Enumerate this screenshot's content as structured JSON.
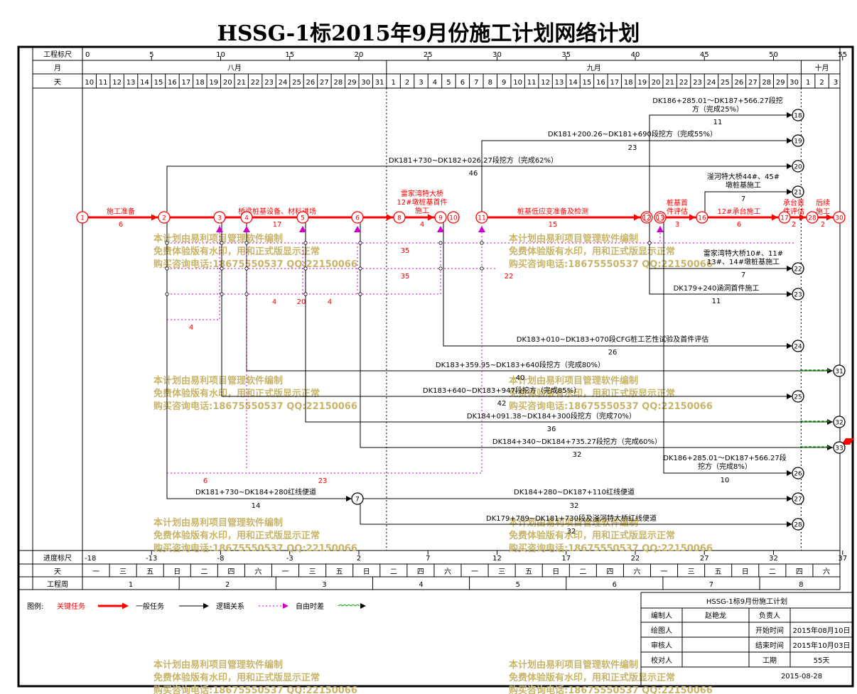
{
  "title": "HSSG-1标2015年9月份施工计划网络计划",
  "scale_label": "工程标尺",
  "month_label": "月",
  "day_label": "天",
  "progress_label": "进度标尺",
  "weekday_label": "天",
  "week_label": "工程周",
  "scale_ticks": [
    "0",
    "5",
    "10",
    "15",
    "20",
    "25",
    "30",
    "35",
    "40",
    "45",
    "50",
    "55"
  ],
  "months": [
    "八月",
    "九月",
    "十月"
  ],
  "days": [
    "10",
    "11",
    "12",
    "13",
    "14",
    "15",
    "16",
    "17",
    "18",
    "19",
    "20",
    "21",
    "22",
    "23",
    "24",
    "25",
    "26",
    "27",
    "28",
    "29",
    "30",
    "31",
    "1",
    "2",
    "3",
    "4",
    "5",
    "6",
    "7",
    "8",
    "9",
    "10",
    "11",
    "12",
    "13",
    "14",
    "15",
    "16",
    "17",
    "18",
    "19",
    "20",
    "21",
    "22",
    "23",
    "24",
    "25",
    "26",
    "27",
    "28",
    "29",
    "30",
    "1",
    "2",
    "3"
  ],
  "progress_ticks": [
    "-18",
    "-13",
    "-8",
    "-3",
    "2",
    "7",
    "12",
    "17",
    "22",
    "27",
    "32",
    "37"
  ],
  "weekdays": [
    "一",
    "三",
    "五",
    "日",
    "二",
    "四",
    "六",
    "一",
    "三",
    "五",
    "日",
    "二",
    "四",
    "六",
    "一",
    "三",
    "五",
    "日",
    "二",
    "四",
    "六",
    "一",
    "三",
    "五",
    "日",
    "二",
    "四",
    "六"
  ],
  "weeks": [
    "1",
    "2",
    "3",
    "4",
    "5",
    "6",
    "7",
    "8"
  ],
  "nodes": [
    "1",
    "2",
    "3",
    "4",
    "5",
    "6",
    "8",
    "9",
    "10",
    "11",
    "12",
    "13",
    "16",
    "17",
    "28",
    "30",
    "18",
    "19",
    "20",
    "21",
    "22",
    "23",
    "24",
    "25",
    "26",
    "27",
    "28",
    "31",
    "32",
    "33",
    "7"
  ],
  "critical_tasks": [
    {
      "name": "施工准备",
      "dur": "6"
    },
    {
      "name": "桥梁桩基设备、材料进场",
      "dur": "17"
    },
    {
      "name": "雷家湾特大桥12#墩桩基首件施工",
      "dur": "4"
    },
    {
      "name": "桩基低应变准备及检测",
      "dur": "15"
    },
    {
      "name": "桩基首件评估",
      "dur": "3"
    },
    {
      "name": "12#承台施工",
      "dur": "6"
    },
    {
      "name": "承台首件评估",
      "dur": "2"
    },
    {
      "name": "后续施工",
      "dur": "2"
    }
  ],
  "tasks": [
    {
      "name": "DK186+285.01～DK187+566.27段挖方（完成25%）",
      "dur": "11"
    },
    {
      "name": "DK181+200.26~DK181+690段挖方（完成55%）",
      "dur": "23"
    },
    {
      "name": "DK181+730~DK182+026.27段挖方（完成62%）",
      "dur": "46"
    },
    {
      "name": "滏河特大桥44#、45#墩桩基施工",
      "dur": "7"
    },
    {
      "name": "雷家湾特大桥10#、11#13#、14#墩桩基施工",
      "dur": "7"
    },
    {
      "name": "DK179+240涵洞首件施工",
      "dur": "11"
    },
    {
      "name": "DK183+010~DK183+070段CFG桩工艺性试验及首件评估",
      "dur": "26"
    },
    {
      "name": "DK183+359.95~DK183+640段挖方（完成80%）",
      "dur": "40"
    },
    {
      "name": "DK183+640~DK183+947段挖方（完成85%）",
      "dur": "42"
    },
    {
      "name": "DK184+091.38~DK184+300段挖方（完成70%）",
      "dur": "36"
    },
    {
      "name": "DK184+340~DK184+735.27段挖方（完成60%）",
      "dur": "32"
    },
    {
      "name": "DK186+285.01～DK187+566.27段挖方（完成8%）",
      "dur": "10"
    },
    {
      "name": "DK181+730~DK184+280红线便道",
      "dur": "14"
    },
    {
      "name": "DK184+280~DK187+110红线便道",
      "dur": "32"
    },
    {
      "name": "DK179+789~DK181+730段及滏河特大桥红线便道",
      "dur": "32"
    }
  ],
  "float_values": [
    "35",
    "35",
    "22",
    "4",
    "20",
    "4",
    "4",
    "6",
    "23"
  ],
  "legend": {
    "label": "图例:",
    "critical": "关键任务",
    "normal": "一般任务",
    "logic": "逻辑关系",
    "free_float": "自由时差",
    "colors": {
      "critical": "#ff0000",
      "logic": "#cc00cc",
      "float": "#33aa33",
      "watermark": "#c8b46a"
    }
  },
  "info_box": {
    "title": "HSSG-1标9月份施工计划",
    "rows": [
      [
        "编制人",
        "赵艳龙",
        "负责人",
        ""
      ],
      [
        "绘图人",
        "",
        "开始时间",
        "2015年08月10日"
      ],
      [
        "审核人",
        "",
        "结束时间",
        "2015年10月03日"
      ],
      [
        "校对人",
        "",
        "工期",
        "55天"
      ]
    ],
    "date": "2015-08-28"
  },
  "watermark_lines": [
    "本计划由易利项目管理软件编制",
    "免费体验版有水印，用和正式版显示正常",
    "购买咨询电话:18675550537 QQ:22150066"
  ]
}
